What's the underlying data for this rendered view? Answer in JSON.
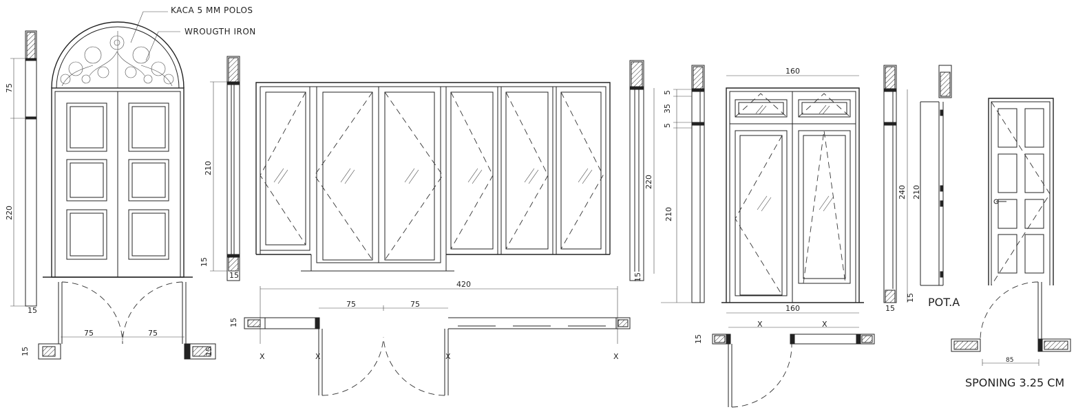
{
  "annotations": {
    "glass": "KACA 5 MM POLOS",
    "iron": "WROUGTH IRON",
    "section_label": "POT.A",
    "rebate": "SPONING 3.25 CM"
  },
  "dimensions": {
    "d75": "75",
    "d220": "220",
    "d15": "15",
    "d210": "210",
    "d420": "420",
    "d240": "240",
    "d160": "160",
    "d5": "5",
    "d35": "35",
    "d85": "85",
    "x": "X"
  }
}
